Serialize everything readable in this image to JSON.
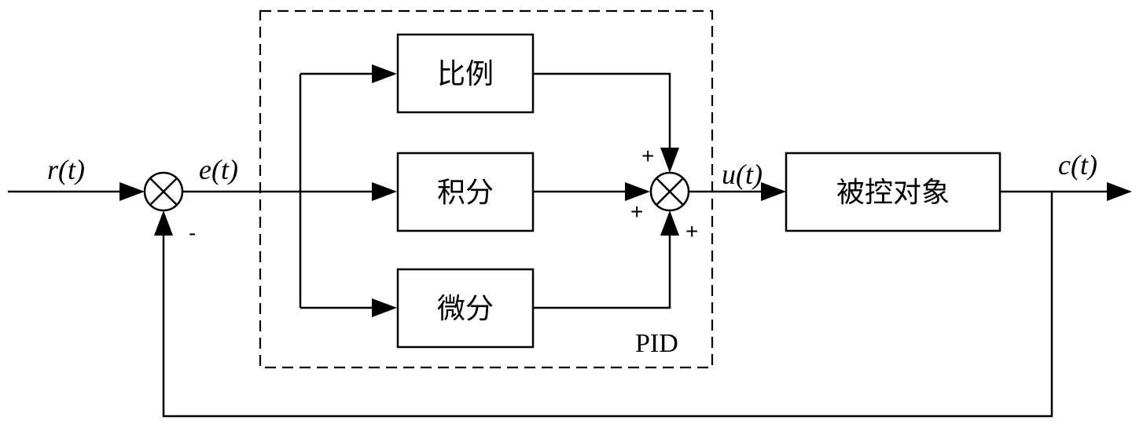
{
  "signals": {
    "reference": "r(t)",
    "error": "e(t)",
    "control": "u(t)",
    "output": "c(t)"
  },
  "blocks": {
    "proportional": "比例",
    "integral": "积分",
    "derivative": "微分",
    "plant": "被控对象"
  },
  "controller_group_label": "PID",
  "signs": {
    "feedback_minus": "-",
    "proportional_plus": "+",
    "integral_plus": "+",
    "derivative_plus": "+"
  }
}
